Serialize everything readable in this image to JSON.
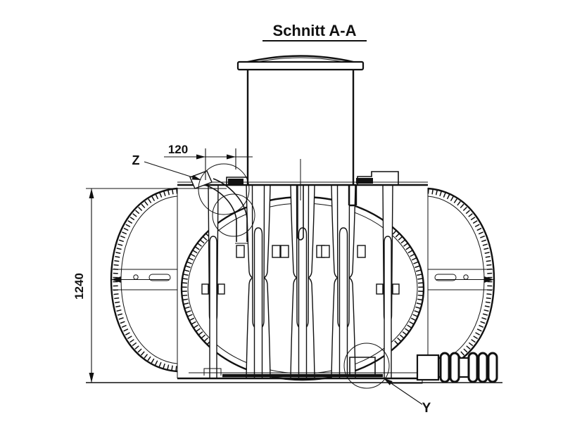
{
  "drawing": {
    "title": "Schnitt A-A",
    "dimensions": {
      "tank_height": "1240",
      "inlet_offset": "120"
    },
    "detail_labels": {
      "z": "Z",
      "y": "Y"
    },
    "colors": {
      "line": "#111111",
      "background": "#ffffff"
    }
  }
}
